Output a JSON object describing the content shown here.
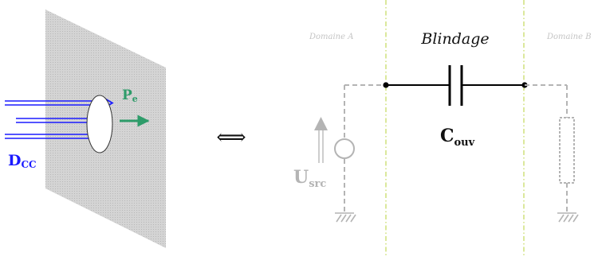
{
  "left_figure": {
    "flux_label_main": "D",
    "flux_label_sub": "CC",
    "power_label_main": "P",
    "power_label_sub": "e",
    "colors": {
      "flux": "#1b1bff",
      "power": "#2e9c6a",
      "plate": "#c8c8c8"
    }
  },
  "equivalence_symbol": "⟺",
  "circuit": {
    "domain_a_label": "Domaine A",
    "domain_b_label": "Domaine B",
    "shield_label": "Blindage",
    "capacitor_label_main": "C",
    "capacitor_label_sub": "ouv",
    "source_label_main": "U",
    "source_label_sub": "src",
    "colors": {
      "boundary": "#b7d23a",
      "wire_active": "#000000",
      "wire_inactive": "#b4b4b4"
    }
  }
}
